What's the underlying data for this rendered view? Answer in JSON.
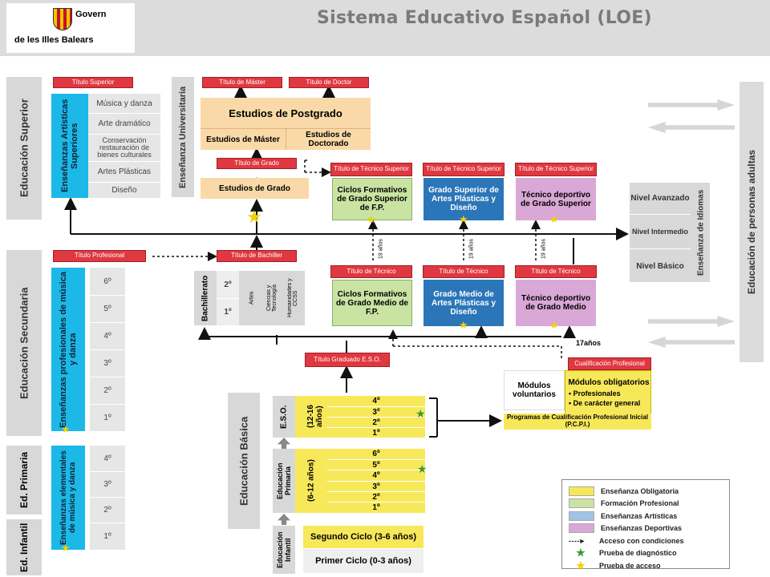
{
  "header": {
    "logo_line1": "Govern",
    "logo_line2": "de les Illes Balears",
    "title": "Sistema Educativo Español (LOE)"
  },
  "colors": {
    "obligatoria": "#f7e85a",
    "fp": "#c9e3a2",
    "artisticas": "#2b76b8",
    "deportivas": "#d9a8d6",
    "red": "#e03840",
    "cyan": "#1cb8e8",
    "orange": "#fad9a8"
  },
  "superior": {
    "label": "Educación Superior",
    "artisticas_label": "Enseñanzas Artísticas Superiores",
    "universitaria_label": "Enseñanza Universitaria",
    "titulo_superior": "Título Superior",
    "items": [
      "Música y danza",
      "Arte dramático",
      "Conservación restauración de bienes culturales",
      "Artes Plásticas",
      "Diseño"
    ],
    "titulo_master": "Título de Máster",
    "titulo_doctor": "Título de Doctor",
    "postgrado": "Estudios de Postgrado",
    "master": "Estudios de Máster",
    "doctorado": "Estudios de Doctorado",
    "titulo_grado": "Título de Grado",
    "grado": "Estudios de Grado"
  },
  "tecnico_superior": {
    "label": "Título de Técnico Superior",
    "fp": "Ciclos Formativos de Grado Superior de F.P.",
    "artes": "Grado Superior de Artes Plásticas y Diseño",
    "deportivo": "Técnico deportivo de Grado Superior"
  },
  "idiomas": {
    "label": "Enseñanza de Idiomas",
    "levels": [
      "Nivel Avanzado",
      "Nivel Intermedio",
      "Nivel Básico"
    ]
  },
  "adultos": "Educación de personas adultas",
  "secundaria": {
    "label": "Educación Secundaria",
    "profesionales": "Enseñanzas profesionales de música y danza",
    "titulo_profesional": "Título Profesional",
    "courses": [
      "6º",
      "5º",
      "4º",
      "3º",
      "2º",
      "1º"
    ],
    "titulo_bachiller": "Título de Bachiller",
    "bachillerato": "Bachillerato",
    "bach_courses": [
      "2º",
      "1º"
    ],
    "modalidades": [
      "Artes",
      "Ciencias y Tecnología",
      "Humanidades y CCSS"
    ],
    "age19": "19 años",
    "titulo_tecnico": "Título de Técnico",
    "fp_medio": "Ciclos Formativos de Grado Medio de F.P.",
    "artes_medio": "Grado Medio de Artes Plásticas y Diseño",
    "deportivo_medio": "Técnico deportivo de Grado Medio",
    "age17": "17años"
  },
  "basica": {
    "label": "Educación Básica",
    "titulo_eso": "Título Graduado E.S.O.",
    "cualificacion": "Cualificación Profesional",
    "voluntarios": "Módulos voluntarios",
    "obligatorios": "Módulos obligatorios",
    "bullet1": "• Profesionales",
    "bullet2": "• De carácter general",
    "pcpi": "Programas de Cualificación Profesional Inicial (P.C.P.I.)",
    "eso_label": "E.S.O.",
    "eso_age": "(12-16 años)",
    "eso_courses": [
      "4º",
      "3º",
      "2º",
      "1º"
    ],
    "primaria_label": "Educación Primaria",
    "primaria_age": "(6-12 años)",
    "primaria_courses": [
      "6º",
      "5º",
      "4º",
      "3º",
      "2º",
      "1º"
    ],
    "infantil_label": "Educación Infantil",
    "segundo_ciclo": "Segundo Ciclo (3-6 años)",
    "primer_ciclo": "Primer Ciclo (0-3 años)"
  },
  "primaria_left": {
    "label": "Ed. Primaria",
    "infantil": "Ed. Infantil",
    "elementales": "Enseñanzas elementales de música y danza",
    "courses": [
      "4º",
      "3º",
      "2º",
      "1º"
    ]
  },
  "legend": [
    {
      "label": "Enseñanza Obligatoria",
      "color": "#f7e85a"
    },
    {
      "label": "Formación Profesional",
      "color": "#c9e3a2"
    },
    {
      "label": "Enseñanzas Artísticas",
      "color": "#2b76b8"
    },
    {
      "label": "Enseñanzas Deportivas",
      "color": "#d9a8d6"
    },
    {
      "label": "Acceso con condiciones",
      "symbol": "dashed-arrow"
    },
    {
      "label": "Prueba de diagnóstico",
      "symbol": "green-star"
    },
    {
      "label": "Prueba de acceso",
      "symbol": "yellow-star"
    }
  ]
}
